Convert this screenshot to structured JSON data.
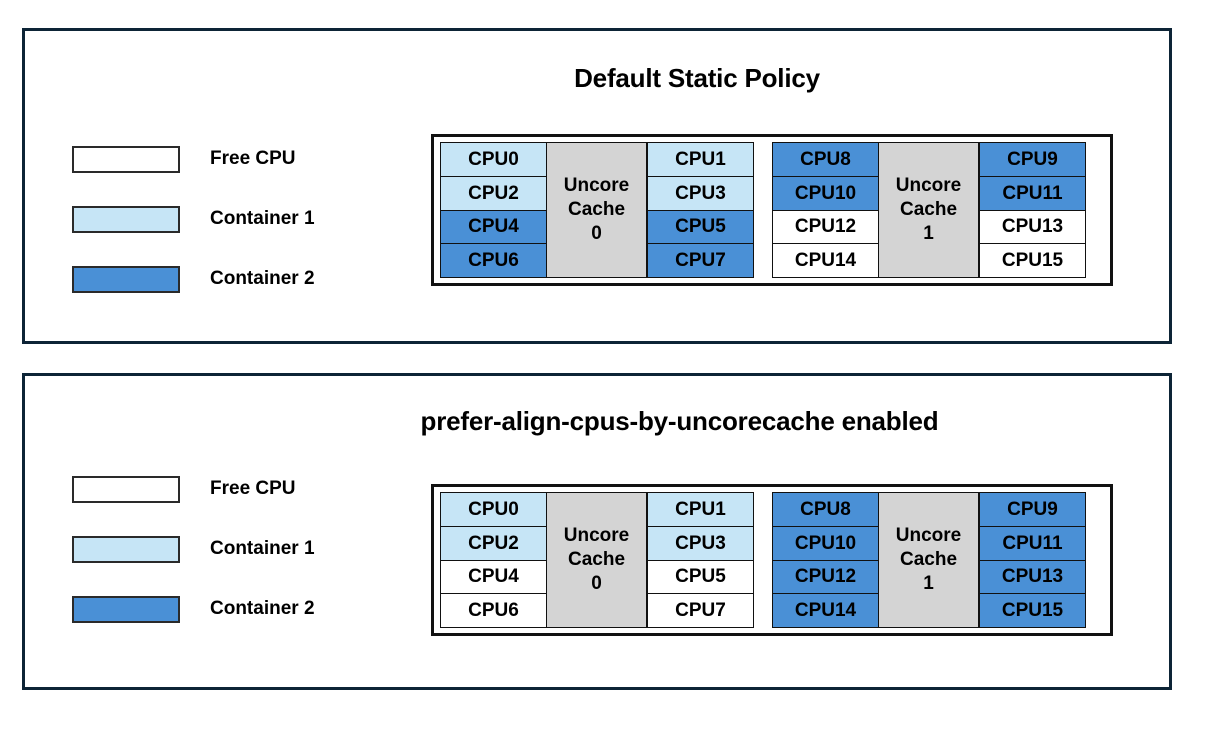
{
  "colors": {
    "panel_border": "#0d2436",
    "free_cpu": "#ffffff",
    "container_1": "#c6e5f6",
    "container_2": "#4a90d6",
    "uncore_cache": "#d4d4d4",
    "cell_border": "#111111"
  },
  "legend_common": [
    {
      "key": "free",
      "label": "Free CPU",
      "fill": "free"
    },
    {
      "key": "c1",
      "label": "Container 1",
      "fill": "c1"
    },
    {
      "key": "c2",
      "label": "Container 2",
      "fill": "c2"
    }
  ],
  "panels": [
    {
      "id": "panel-0",
      "title": "Default Static Policy",
      "legend": [
        {
          "label": "Free CPU",
          "fill": "free"
        },
        {
          "label": "Container 1",
          "fill": "c1"
        },
        {
          "label": "Container 2",
          "fill": "c2"
        }
      ],
      "sockets": [
        {
          "cache_line_1": "Uncore",
          "cache_line_2": "Cache",
          "cache_line_3": "0",
          "left_column": [
            {
              "label": "CPU0",
              "fill": "c1"
            },
            {
              "label": "CPU2",
              "fill": "c1"
            },
            {
              "label": "CPU4",
              "fill": "c2"
            },
            {
              "label": "CPU6",
              "fill": "c2"
            }
          ],
          "right_column": [
            {
              "label": "CPU1",
              "fill": "c1"
            },
            {
              "label": "CPU3",
              "fill": "c1"
            },
            {
              "label": "CPU5",
              "fill": "c2"
            },
            {
              "label": "CPU7",
              "fill": "c2"
            }
          ]
        },
        {
          "cache_line_1": "Uncore",
          "cache_line_2": "Cache",
          "cache_line_3": "1",
          "left_column": [
            {
              "label": "CPU8",
              "fill": "c2"
            },
            {
              "label": "CPU10",
              "fill": "c2"
            },
            {
              "label": "CPU12",
              "fill": "free"
            },
            {
              "label": "CPU14",
              "fill": "free"
            }
          ],
          "right_column": [
            {
              "label": "CPU9",
              "fill": "c2"
            },
            {
              "label": "CPU11",
              "fill": "c2"
            },
            {
              "label": "CPU13",
              "fill": "free"
            },
            {
              "label": "CPU15",
              "fill": "free"
            }
          ]
        }
      ]
    },
    {
      "id": "panel-1",
      "title": "prefer-align-cpus-by-uncorecache enabled",
      "legend": [
        {
          "label": "Free CPU",
          "fill": "free"
        },
        {
          "label": "Container 1",
          "fill": "c1"
        },
        {
          "label": "Container 2",
          "fill": "c2"
        }
      ],
      "sockets": [
        {
          "cache_line_1": "Uncore",
          "cache_line_2": "Cache",
          "cache_line_3": "0",
          "left_column": [
            {
              "label": "CPU0",
              "fill": "c1"
            },
            {
              "label": "CPU2",
              "fill": "c1"
            },
            {
              "label": "CPU4",
              "fill": "free"
            },
            {
              "label": "CPU6",
              "fill": "free"
            }
          ],
          "right_column": [
            {
              "label": "CPU1",
              "fill": "c1"
            },
            {
              "label": "CPU3",
              "fill": "c1"
            },
            {
              "label": "CPU5",
              "fill": "free"
            },
            {
              "label": "CPU7",
              "fill": "free"
            }
          ]
        },
        {
          "cache_line_1": "Uncore",
          "cache_line_2": "Cache",
          "cache_line_3": "1",
          "left_column": [
            {
              "label": "CPU8",
              "fill": "c2"
            },
            {
              "label": "CPU10",
              "fill": "c2"
            },
            {
              "label": "CPU12",
              "fill": "c2"
            },
            {
              "label": "CPU14",
              "fill": "c2"
            }
          ],
          "right_column": [
            {
              "label": "CPU9",
              "fill": "c2"
            },
            {
              "label": "CPU11",
              "fill": "c2"
            },
            {
              "label": "CPU13",
              "fill": "c2"
            },
            {
              "label": "CPU15",
              "fill": "c2"
            }
          ]
        }
      ]
    }
  ]
}
